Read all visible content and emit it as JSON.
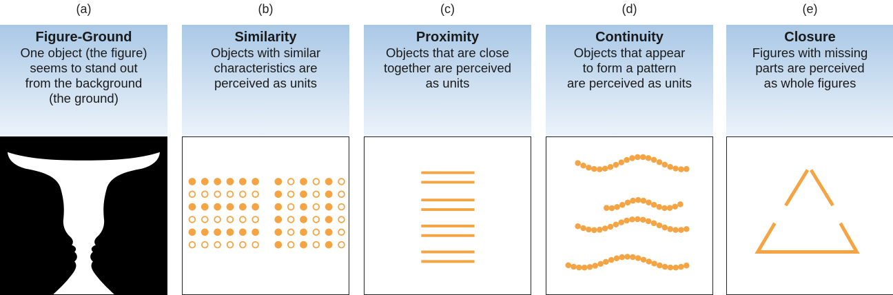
{
  "accent_color": "#f5a443",
  "panels": [
    {
      "letter": "(a)",
      "title": "Figure-Ground",
      "description": "One object (the figure)\nseems to stand out\nfrom the background\n(the ground)"
    },
    {
      "letter": "(b)",
      "title": "Similarity",
      "description": "Objects with similar\ncharacteristics are\nperceived as units"
    },
    {
      "letter": "(c)",
      "title": "Proximity",
      "description": "Objects that are close\ntogether are perceived\nas units"
    },
    {
      "letter": "(d)",
      "title": "Continuity",
      "description": "Objects that appear\nto form a pattern\nare perceived as units"
    },
    {
      "letter": "(e)",
      "title": "Closure",
      "description": "Figures with missing\nparts are perceived\nas whole figures"
    }
  ],
  "similarity_grid": {
    "left": [
      [
        "f",
        "f",
        "f",
        "f",
        "f",
        "f"
      ],
      [
        "o",
        "o",
        "o",
        "o",
        "o",
        "o"
      ],
      [
        "f",
        "f",
        "f",
        "f",
        "f",
        "f"
      ],
      [
        "o",
        "o",
        "o",
        "o",
        "o",
        "o"
      ],
      [
        "f",
        "f",
        "f",
        "f",
        "f",
        "f"
      ],
      [
        "o",
        "o",
        "o",
        "o",
        "o",
        "o"
      ]
    ],
    "right": [
      [
        "f",
        "o",
        "f",
        "o",
        "f",
        "o"
      ],
      [
        "f",
        "o",
        "f",
        "o",
        "f",
        "o"
      ],
      [
        "f",
        "o",
        "f",
        "o",
        "f",
        "o"
      ],
      [
        "f",
        "o",
        "f",
        "o",
        "f",
        "o"
      ],
      [
        "f",
        "o",
        "f",
        "o",
        "f",
        "o"
      ],
      [
        "f",
        "o",
        "f",
        "o",
        "f",
        "o"
      ]
    ]
  }
}
